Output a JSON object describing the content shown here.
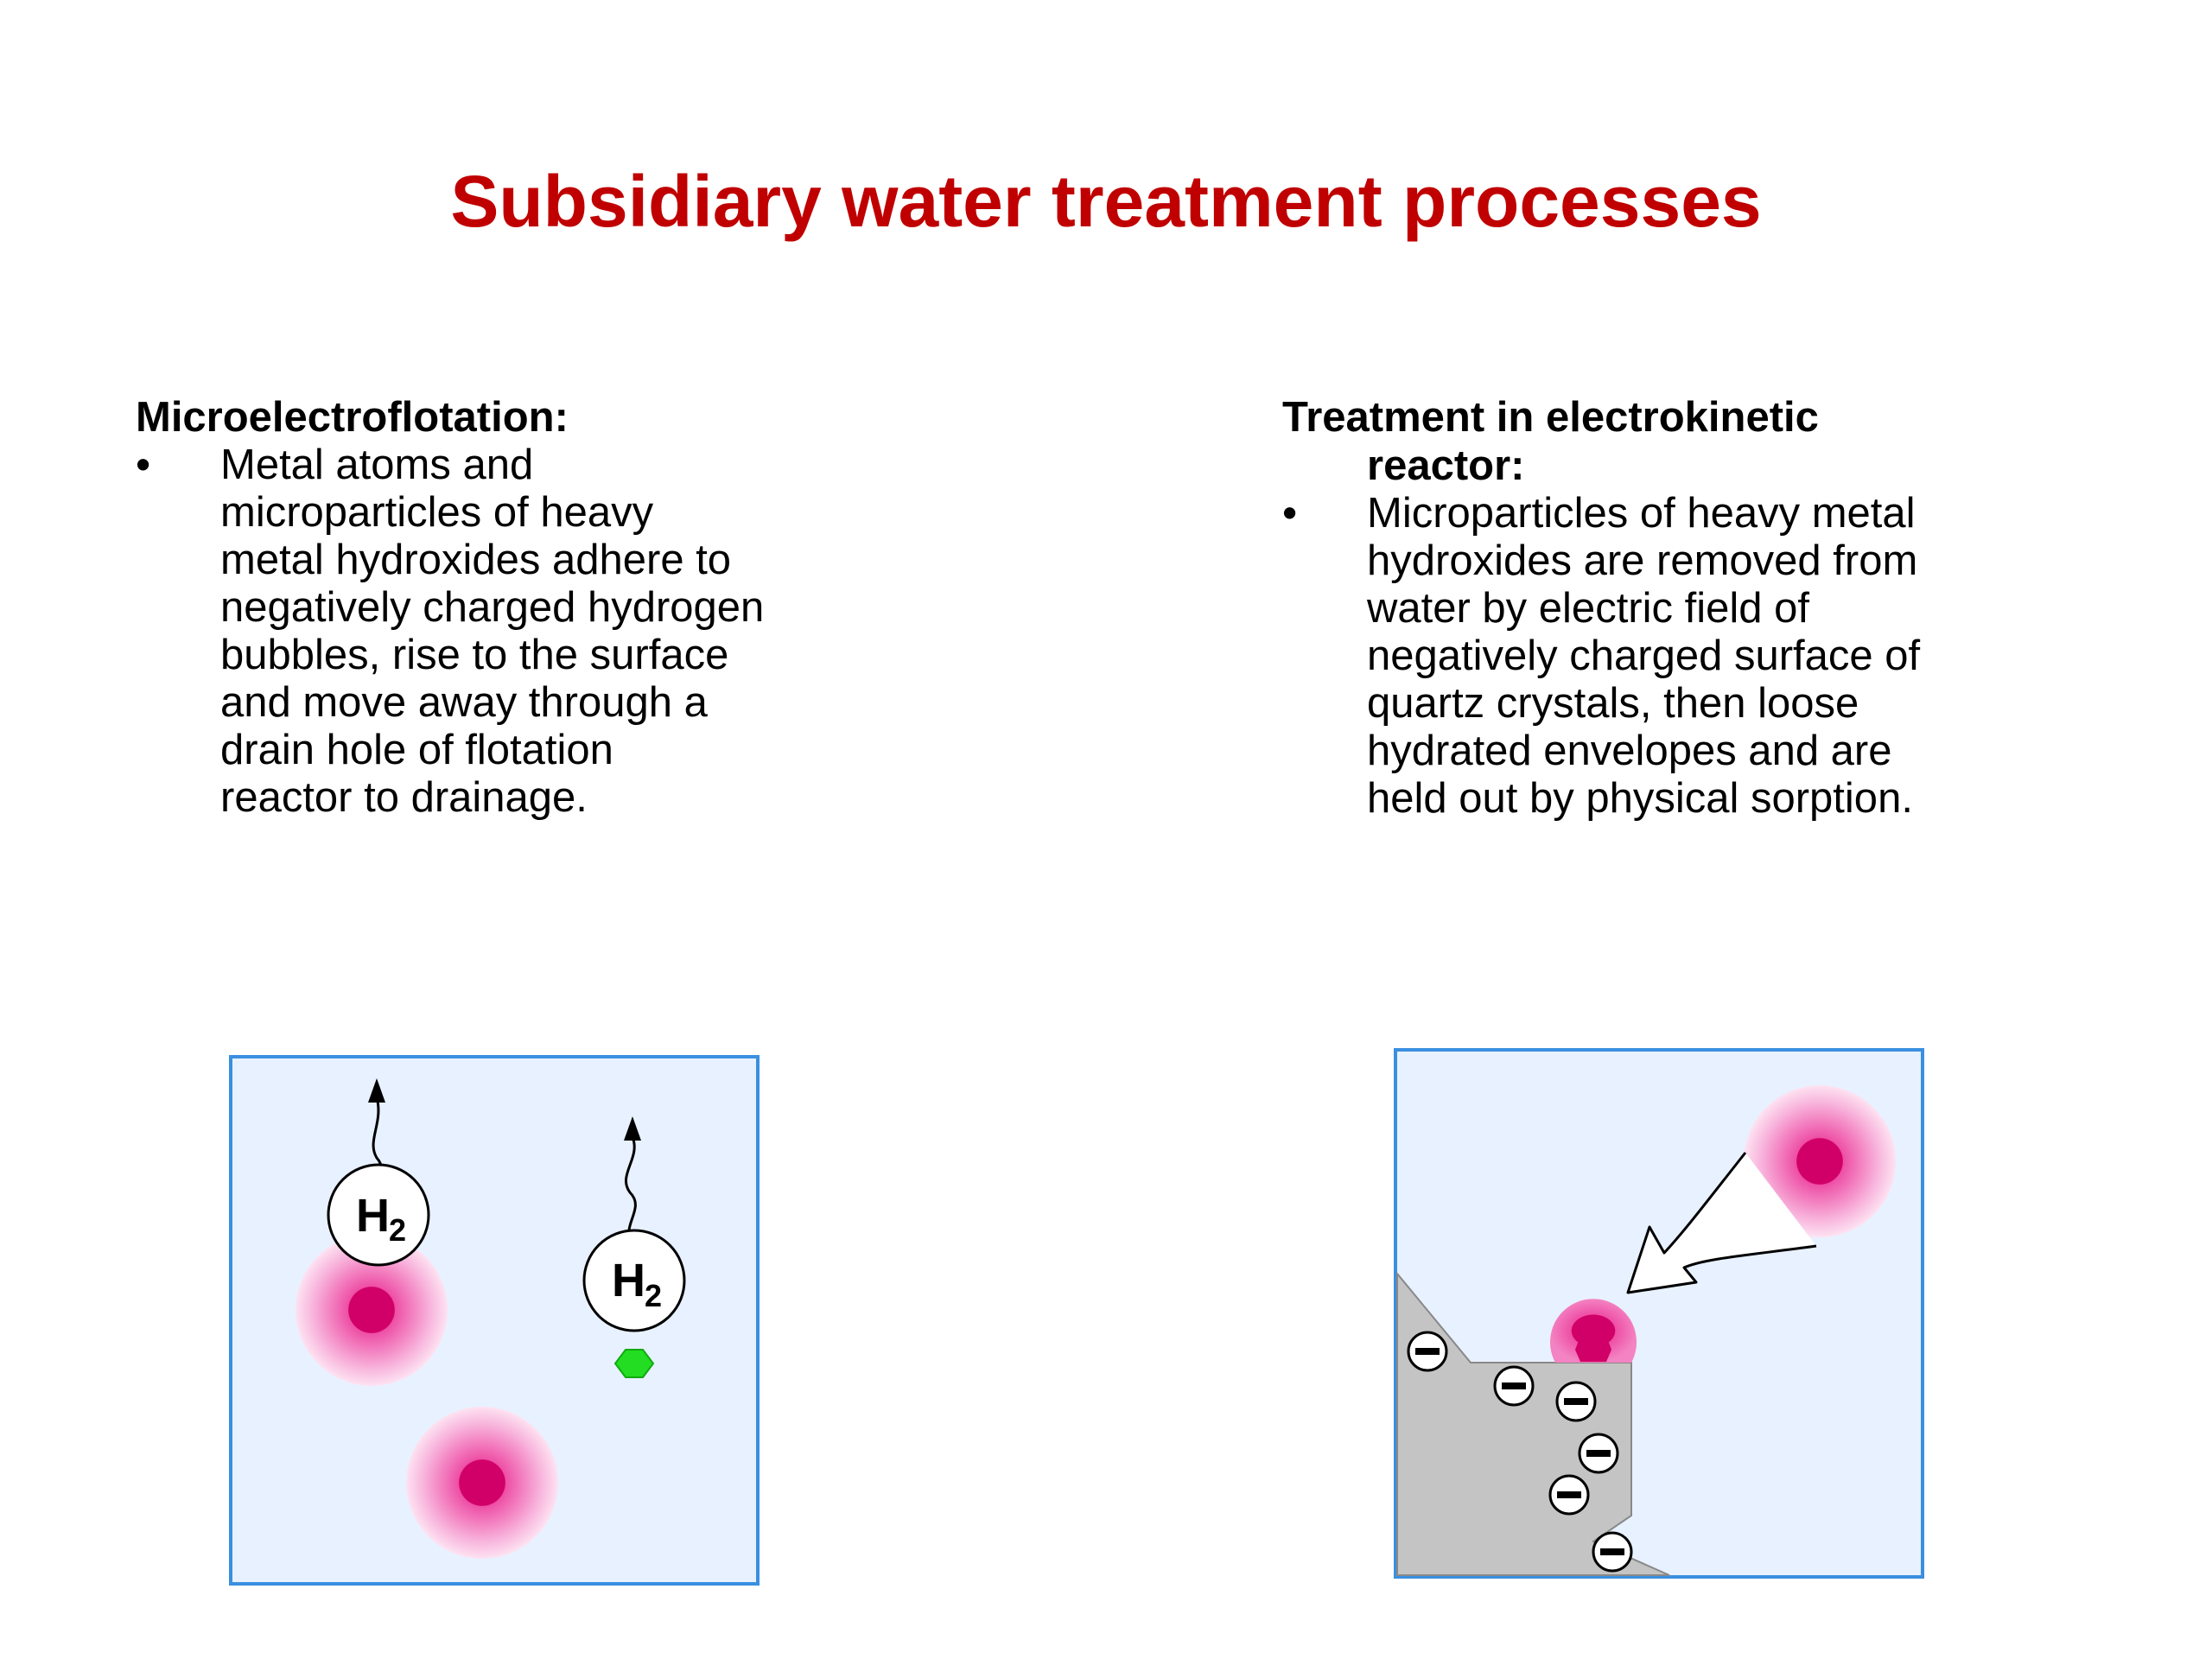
{
  "slide": {
    "title": "Subsidiary water treatment processes"
  },
  "left": {
    "heading": "Microelectroflotation:",
    "bullet_glyph": "•",
    "lines": [
      "Metal atoms and",
      "microparticles of heavy",
      "metal hydroxides adhere to",
      "negatively charged hydrogen",
      "bubbles, rise to the surface",
      "and move away through a",
      "drain hole of flotation",
      "reactor to drainage."
    ],
    "diagram": {
      "bubble_label": "H",
      "bubble_subscript": "2",
      "background_color": "#e8f1ff",
      "border_color": "#3a8fe0",
      "particle_core_color": "#d10068",
      "green_particle_color": "#22dd22"
    }
  },
  "right": {
    "heading_line1": "Treatment in electrokinetic",
    "heading_line2": "reactor:",
    "bullet_glyph": "•",
    "lines": [
      "Microparticles of heavy metal",
      "hydroxides are removed from",
      "water by electric field of",
      "negatively charged surface of",
      "quartz crystals, then loose",
      "hydrated envelopes and are",
      "held out by physical sorption."
    ],
    "diagram": {
      "charge_symbol": "−",
      "crystal_color": "#c4c4c4",
      "background_color": "#e8f1ff",
      "border_color": "#3a8fe0"
    }
  }
}
